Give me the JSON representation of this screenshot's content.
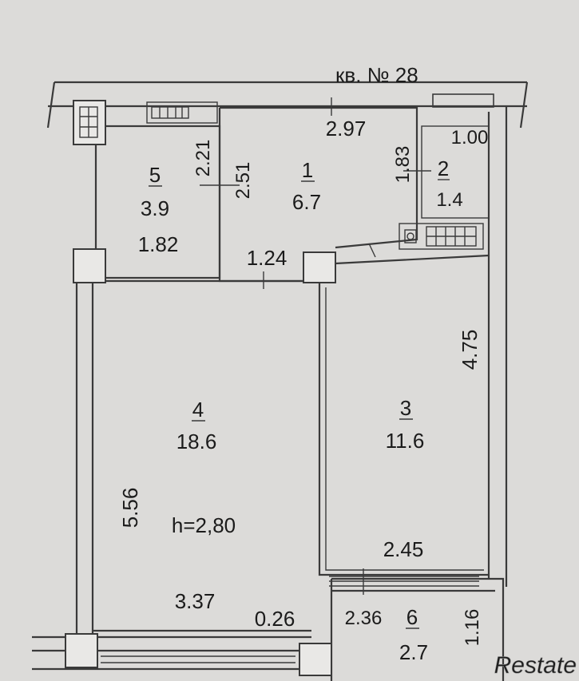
{
  "title": "кв. № 28",
  "watermark": "Restate",
  "ceiling_height": "h=2,80",
  "rooms": [
    {
      "number": "5",
      "area": "3.9",
      "width": "1.82",
      "height": "2.21"
    },
    {
      "number": "1",
      "area": "6.7",
      "width": "2.97",
      "height": "2.51"
    },
    {
      "number": "2",
      "area": "1.4",
      "width": "1.00",
      "height": "1.83"
    },
    {
      "number": "4",
      "area": "18.6",
      "width": "3.37",
      "height": "5.56"
    },
    {
      "number": "3",
      "area": "11.6",
      "width": "2.45",
      "height": "4.75"
    },
    {
      "number": "6",
      "area": "2.7",
      "width": "2.36",
      "height": "1.16"
    }
  ],
  "dimensions": {
    "corridor_width": "1.24",
    "wall_gap": "0.26"
  }
}
